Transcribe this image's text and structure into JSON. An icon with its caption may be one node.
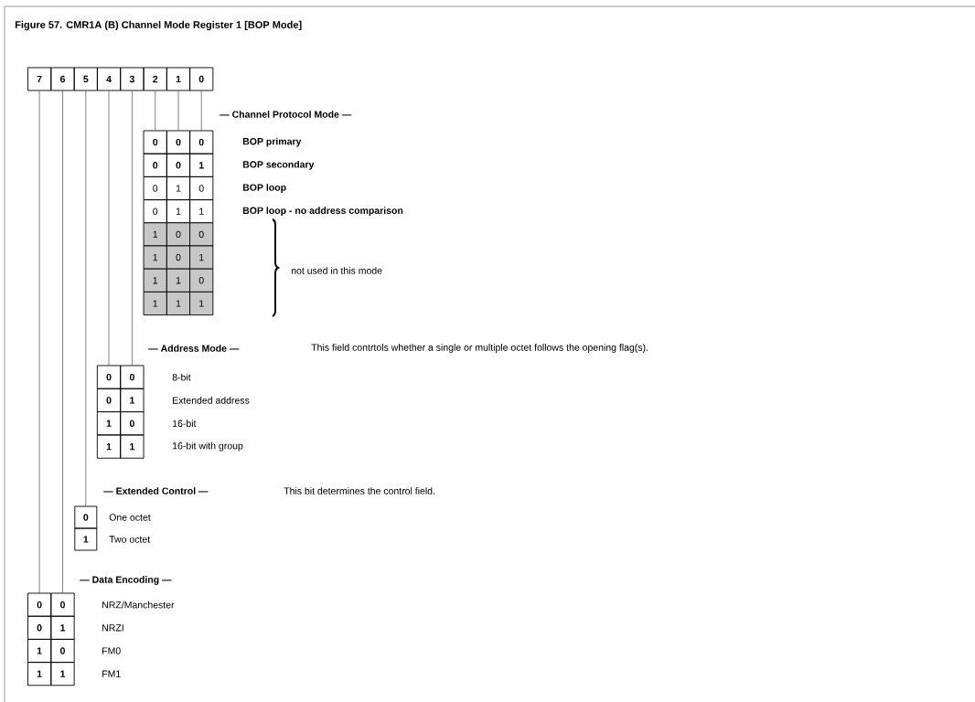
{
  "diagram": {
    "title": "Figure 57.  CMR1A (B)  Channel Mode Register 1 [BOP Mode]",
    "nodes": [
      {
        "text": [
          "7"
        ]
      },
      {
        "text": [
          "6"
        ]
      },
      {
        "text": [
          "5"
        ]
      },
      {
        "text": [
          "4"
        ]
      },
      {
        "text": [
          "3"
        ]
      },
      {
        "text": [
          "2"
        ]
      },
      {
        "text": [
          "1"
        ]
      },
      {
        "text": [
          "0"
        ]
      },
      {
        "text": [
          "0"
        ]
      },
      {
        "text": [
          "0"
        ]
      },
      {
        "text": [
          "0"
        ]
      },
      {
        "text": [
          "0"
        ]
      },
      {
        "text": [
          "0"
        ]
      },
      {
        "text": [
          "0"
        ]
      },
      {
        "text": [
          "0"
        ]
      },
      {
        "text": [
          "0"
        ]
      }
    ],
    "edges": [
      {
        "from": 5,
        "to": 8,
        "arrow": "none"
      },
      {
        "from": 6,
        "to": 9,
        "arrow": "none"
      },
      {
        "from": 7,
        "to": 10,
        "arrow": "none"
      },
      {
        "from": 3,
        "to": 11,
        "arrow": "none"
      },
      {
        "from": 4,
        "to": 12,
        "arrow": "none"
      },
      {
        "from": 2,
        "to": 13,
        "arrow": "none"
      },
      {
        "from": 0,
        "to": 14,
        "arrow": "none"
      },
      {
        "from": 1,
        "to": 15,
        "arrow": "none"
      }
    ],
    "labels": [
      "— Channel Protocol Mode —",
      "BOP primary",
      "0",
      "0",
      "1",
      "BOP secondary",
      "0",
      "1",
      "0",
      "BOP loop",
      "0",
      "1",
      "1",
      "BOP loop - no address comparison",
      "1",
      "0",
      "0",
      "1",
      "0",
      "1",
      "1",
      "1",
      "0",
      "1",
      "1",
      "1",
      "not used in this mode",
      "— Address Mode —",
      "This field contrtols whether a single or multiple octet follows the opening flag(s).",
      "8-bit",
      "0",
      "1",
      "Extended address",
      "1",
      "0",
      "16-bit",
      "1",
      "1",
      "16-bit with group",
      "— Extended Control —",
      "This bit determines the control field.",
      "One octet",
      "1",
      "Two octet",
      "— Data Encoding —",
      "NRZ/Manchester",
      "0",
      "1",
      "NRZI",
      "1",
      "0",
      "FM0",
      "1",
      "1",
      "FM1"
    ]
  }
}
